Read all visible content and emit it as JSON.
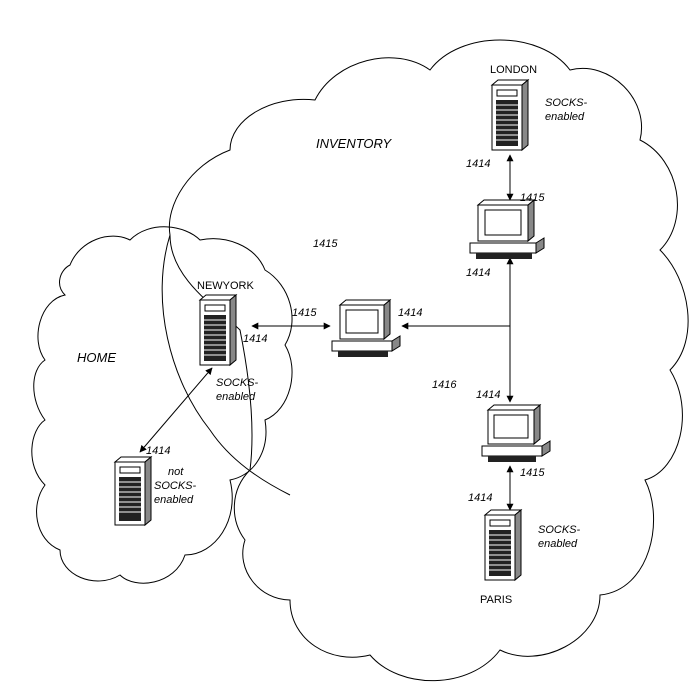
{
  "clusters": {
    "inventory": "INVENTORY",
    "home": "HOME"
  },
  "queue_managers": {
    "london": "LONDON",
    "newyork": "NEWYORK",
    "paris": "PARIS"
  },
  "socks": {
    "london": [
      "SOCKS-",
      "enabled"
    ],
    "newyork": [
      "SOCKS-",
      "enabled"
    ],
    "paris": [
      "SOCKS-",
      "enabled"
    ],
    "home_server": [
      "not",
      "SOCKS-",
      "enabled"
    ]
  },
  "ports": {
    "london_out": "1414",
    "top_pc_in": "1415",
    "top_pc_out": "1414",
    "cloud_mid": "1415",
    "newyork_left": "1415",
    "newyork_port": "1414",
    "center_pc_right": "1414",
    "cloud_low": "1416",
    "bottom_pc_in": "1414",
    "bottom_pc_out": "1415",
    "paris_in": "1414",
    "home_server_port": "1414"
  }
}
